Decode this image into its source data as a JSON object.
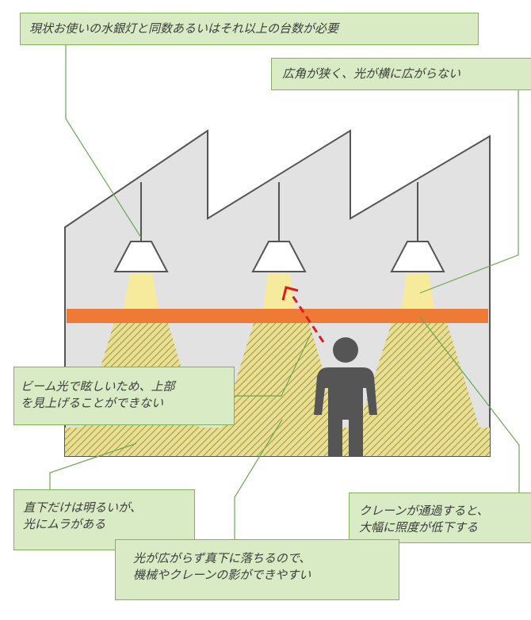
{
  "callouts": {
    "count_required": {
      "lines": [
        "現状お使いの水銀灯と同数あるいはそれ以上の台数が必要"
      ]
    },
    "narrow_angle": {
      "lines": [
        "広角が狭く、光が横に広がらない"
      ]
    },
    "glare": {
      "lines": [
        "ビーム光で眩しいため、上部",
        "を見上げることができない"
      ]
    },
    "uneven": {
      "lines": [
        "直下だけは明るいが、",
        "光にムラがある"
      ]
    },
    "crane": {
      "lines": [
        "クレーンが通過すると、",
        "大幅に照度が低下する"
      ]
    },
    "shadow": {
      "lines": [
        "光が広がらず真下に落ちるので、",
        "機械やクレーンの影ができやすい"
      ]
    }
  },
  "colors": {
    "callout_fill": "#d8ebc4",
    "callout_border": "#7fb25a",
    "building_fill": "#e2e2e2",
    "building_outline": "#555555",
    "crane_beam": "#ee7a35",
    "light_cone": "#f6eb9c",
    "hatch_light": "#e9dc8a",
    "person": "#555555",
    "arrow": "#e11b1b"
  },
  "icons": [
    "lamp-icon",
    "person-icon",
    "sightline-arrow-icon"
  ]
}
